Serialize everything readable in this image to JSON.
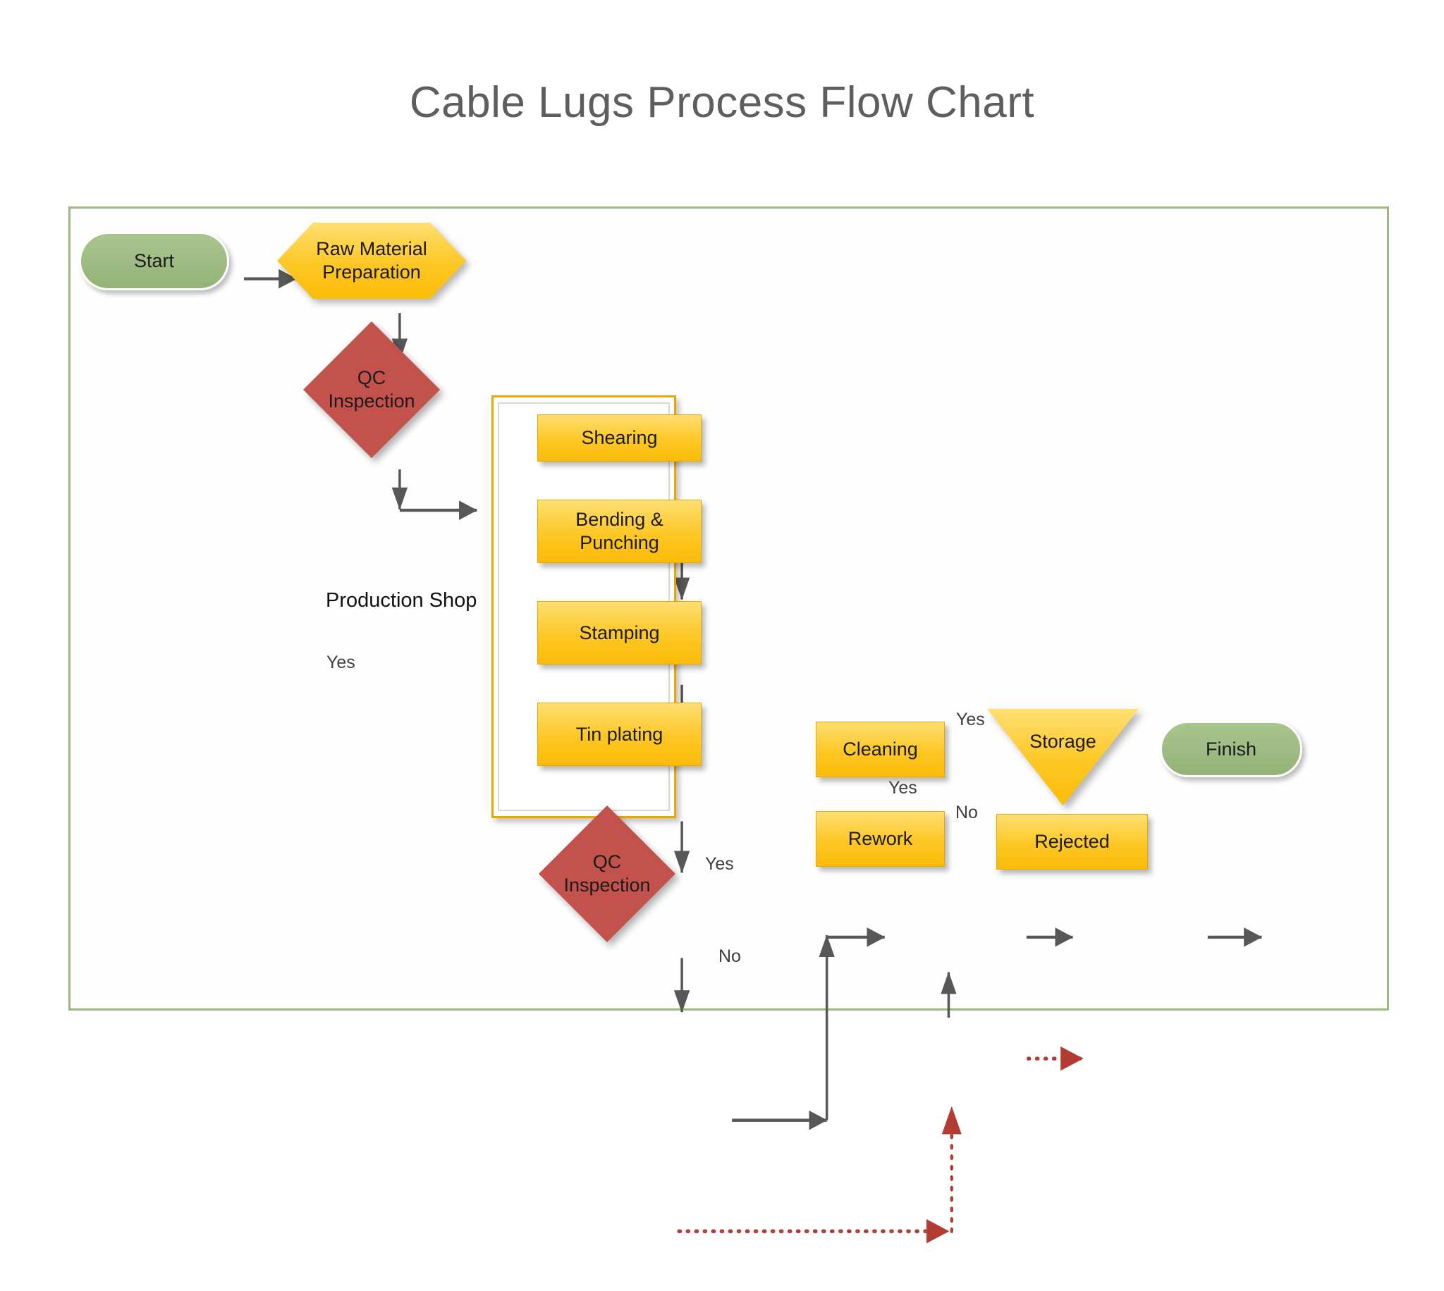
{
  "title": "Cable Lugs Process Flow Chart",
  "colors": {
    "terminator_green": "#93b377",
    "process_orange": "#fdc724",
    "decision_red": "#c4524c",
    "canvas_border_green": "#9cb882",
    "group_border_orange": "#e8a800",
    "connector_gray": "#575757",
    "reject_dotted_red": "#b23b32",
    "title_gray": "#5e5e5e"
  },
  "group": {
    "label": "Production Shop"
  },
  "nodes": {
    "start": {
      "label": "Start",
      "shape": "terminator"
    },
    "raw_material": {
      "label": "Raw Material\nPreparation",
      "line1": "Raw Material",
      "line2": "Preparation",
      "shape": "hexagon"
    },
    "qc1": {
      "label": "QC\nInspection",
      "line1": "QC",
      "line2": "Inspection",
      "shape": "decision"
    },
    "shearing": {
      "label": "Shearing",
      "shape": "process"
    },
    "bending_punching": {
      "label": "Bending &\nPunching",
      "line1": "Bending &",
      "line2": "Punching",
      "shape": "process"
    },
    "stamping": {
      "label": "Stamping",
      "shape": "process"
    },
    "tin_plating": {
      "label": "Tin plating",
      "shape": "process"
    },
    "qc2": {
      "label": "QC\nInspection",
      "line1": "QC",
      "line2": "Inspection",
      "shape": "decision"
    },
    "cleaning": {
      "label": "Cleaning",
      "shape": "process"
    },
    "storage": {
      "label": "Storage",
      "shape": "triangle"
    },
    "finish": {
      "label": "Finish",
      "shape": "terminator"
    },
    "rework": {
      "label": "Rework",
      "shape": "process"
    },
    "rejected": {
      "label": "Rejected",
      "shape": "process"
    }
  },
  "edge_labels": {
    "qc1_yes": "Yes",
    "qc2_yes": "Yes",
    "qc2_no": "No",
    "cleaning_yes": "Yes",
    "rework_yes": "Yes",
    "rework_no": "No"
  },
  "chart_data": {
    "type": "diagram",
    "title": "Cable Lugs Process Flow Chart",
    "nodes": [
      {
        "id": "start",
        "label": "Start",
        "shape": "terminator",
        "color": "#93b377"
      },
      {
        "id": "raw_material",
        "label": "Raw Material Preparation",
        "shape": "hexagon",
        "color": "#fdc724"
      },
      {
        "id": "qc1",
        "label": "QC Inspection",
        "shape": "decision",
        "color": "#c4524c"
      },
      {
        "id": "shearing",
        "label": "Shearing",
        "shape": "process",
        "color": "#fdc724",
        "group": "Production Shop"
      },
      {
        "id": "bending_punching",
        "label": "Bending & Punching",
        "shape": "process",
        "color": "#fdc724",
        "group": "Production Shop"
      },
      {
        "id": "stamping",
        "label": "Stamping",
        "shape": "process",
        "color": "#fdc724",
        "group": "Production Shop"
      },
      {
        "id": "tin_plating",
        "label": "Tin plating",
        "shape": "process",
        "color": "#fdc724",
        "group": "Production Shop"
      },
      {
        "id": "qc2",
        "label": "QC Inspection",
        "shape": "decision",
        "color": "#c4524c"
      },
      {
        "id": "cleaning",
        "label": "Cleaning",
        "shape": "process",
        "color": "#fdc724"
      },
      {
        "id": "storage",
        "label": "Storage",
        "shape": "triangle",
        "color": "#fdc724"
      },
      {
        "id": "finish",
        "label": "Finish",
        "shape": "terminator",
        "color": "#93b377"
      },
      {
        "id": "rework",
        "label": "Rework",
        "shape": "process",
        "color": "#fdc724"
      },
      {
        "id": "rejected",
        "label": "Rejected",
        "shape": "process",
        "color": "#fdc724"
      }
    ],
    "edges": [
      {
        "from": "start",
        "to": "raw_material",
        "label": "",
        "style": "solid"
      },
      {
        "from": "raw_material",
        "to": "qc1",
        "label": "",
        "style": "solid"
      },
      {
        "from": "qc1",
        "to": "shearing",
        "label": "Yes",
        "style": "solid"
      },
      {
        "from": "shearing",
        "to": "bending_punching",
        "label": "",
        "style": "solid"
      },
      {
        "from": "bending_punching",
        "to": "stamping",
        "label": "",
        "style": "solid"
      },
      {
        "from": "stamping",
        "to": "tin_plating",
        "label": "",
        "style": "solid"
      },
      {
        "from": "tin_plating",
        "to": "qc2",
        "label": "",
        "style": "solid"
      },
      {
        "from": "qc2",
        "to": "cleaning",
        "label": "Yes",
        "style": "solid"
      },
      {
        "from": "qc2",
        "to": "rework",
        "label": "No",
        "style": "dotted"
      },
      {
        "from": "rework",
        "to": "cleaning",
        "label": "Yes",
        "style": "solid"
      },
      {
        "from": "rework",
        "to": "rejected",
        "label": "No",
        "style": "dotted"
      },
      {
        "from": "cleaning",
        "to": "storage",
        "label": "Yes",
        "style": "solid"
      },
      {
        "from": "storage",
        "to": "finish",
        "label": "",
        "style": "solid"
      }
    ]
  }
}
